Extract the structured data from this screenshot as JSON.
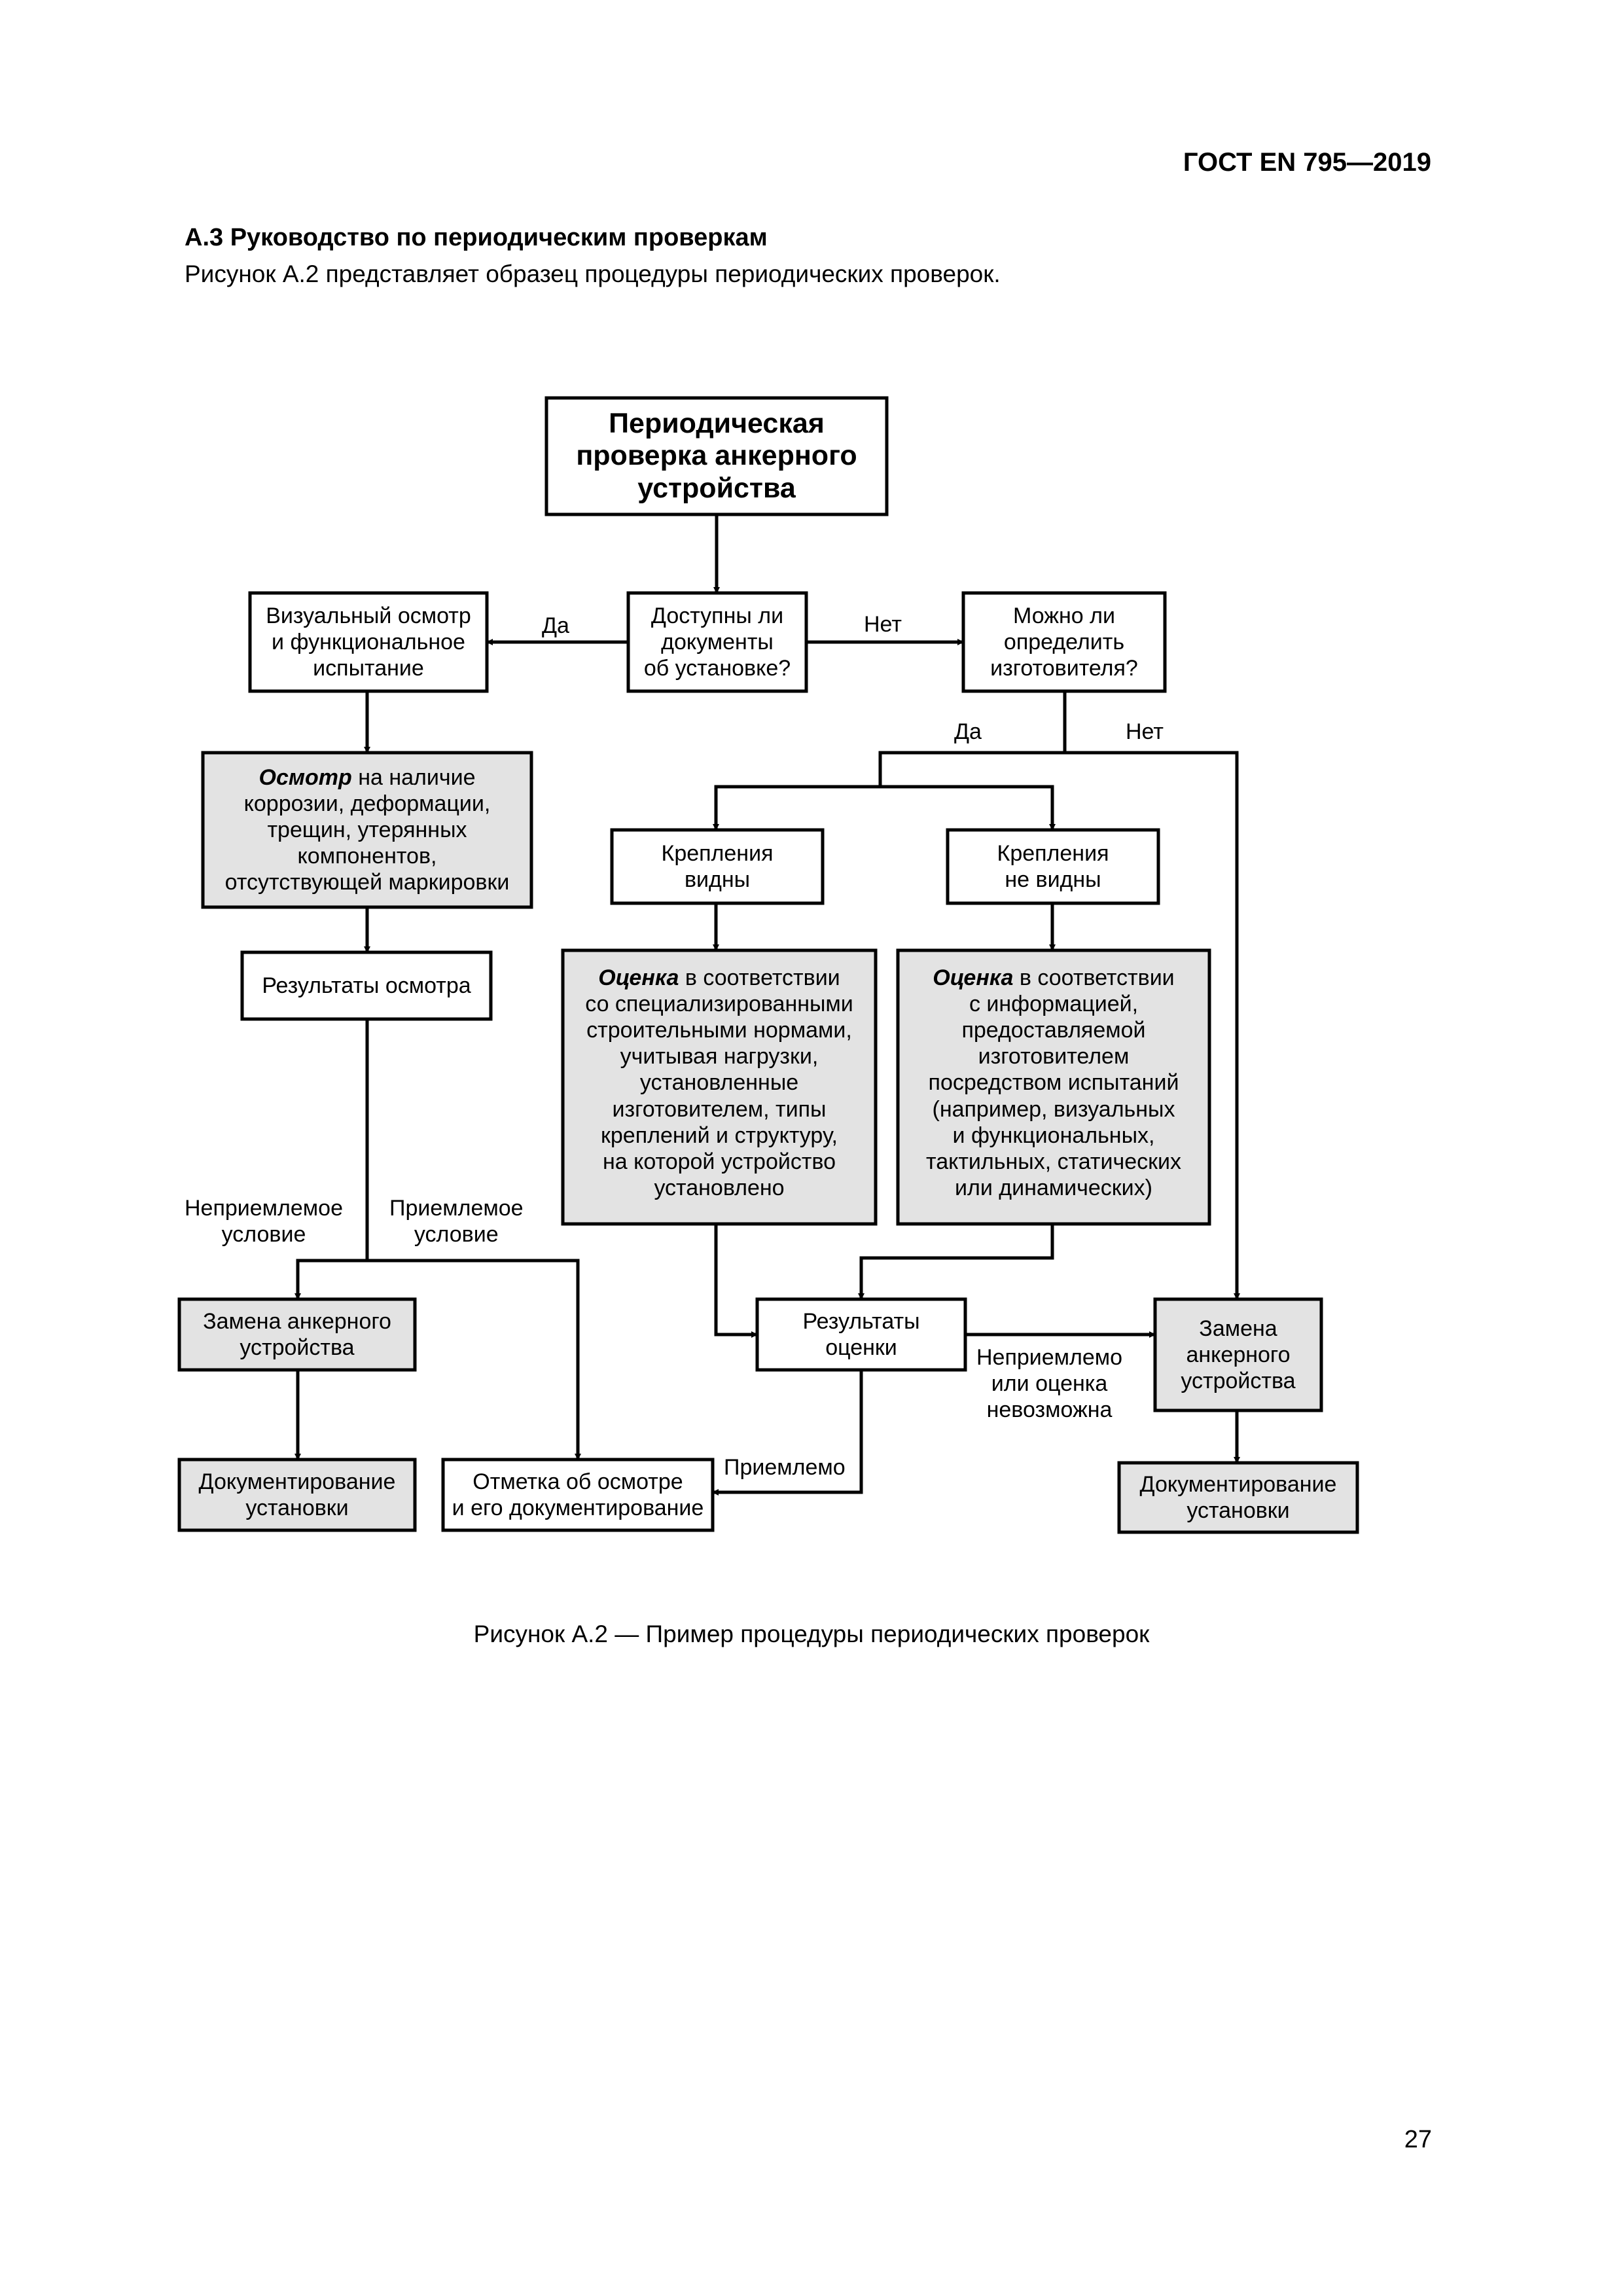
{
  "header": {
    "doc_code": "ГОСТ EN 795—2019"
  },
  "section": {
    "heading": "А.3 Руководство по периодическим проверкам",
    "text": "Рисунок А.2 представляет образец процедуры периодических проверок."
  },
  "diagram": {
    "start": [
      "Периодическая",
      "проверка анкерного",
      "устройства"
    ],
    "docs_available": [
      "Доступны ли",
      "документы",
      "об установке?"
    ],
    "visual_inspection": [
      "Визуальный осмотр",
      "и функциональное",
      "испытание"
    ],
    "can_identify": [
      "Можно ли",
      "определить",
      "изготовителя?"
    ],
    "inspection_emph": "Осмотр",
    "inspection": [
      " на наличие",
      "коррозии, деформации,",
      "трещин, утерянных",
      "компонентов,",
      "отсутствующей маркировки"
    ],
    "fasteners_visible": [
      "Крепления",
      "видны"
    ],
    "fasteners_not_visible": [
      "Крепления",
      "не видны"
    ],
    "inspection_results": "Результаты осмотра",
    "assess_emph": "Оценка",
    "assess_codes": [
      " в соответствии",
      "со специализированными",
      "строительными нормами,",
      "учитывая нагрузки,",
      "установленные",
      "изготовителем, типы",
      "креплений и структуру,",
      "на которой устройство",
      "установлено"
    ],
    "assess_manufacturer": [
      " в соответствии",
      "с информацией,",
      "предоставляемой",
      "изготовителем",
      "посредством испытаний",
      "(например, визуальных",
      "и функциональных,",
      "тактильных, статических",
      "или динамических)"
    ],
    "replace_left": [
      "Замена анкерного",
      "устройства"
    ],
    "assess_results": [
      "Результаты",
      "оценки"
    ],
    "replace_right": [
      "Замена",
      "анкерного",
      "устройства"
    ],
    "document_left": [
      "Документирование",
      "установки"
    ],
    "mark_document": [
      "Отметка об осмотре",
      "и его документирование"
    ],
    "document_right": [
      "Документирование",
      "установки"
    ],
    "labels": {
      "yes": "Да",
      "no": "Нет",
      "yes2": "Да",
      "no2": "Нет",
      "unacceptable_condition": [
        "Неприемлемое",
        "условие"
      ],
      "acceptable_condition": [
        "Приемлемое",
        "условие"
      ],
      "unacceptable_or_impossible": [
        "Неприемлемо",
        "или оценка",
        "невозможна"
      ],
      "acceptable": "Приемлемо"
    }
  },
  "caption": "Рисунок А.2 — Пример процедуры периодических проверок",
  "page_number": "27"
}
